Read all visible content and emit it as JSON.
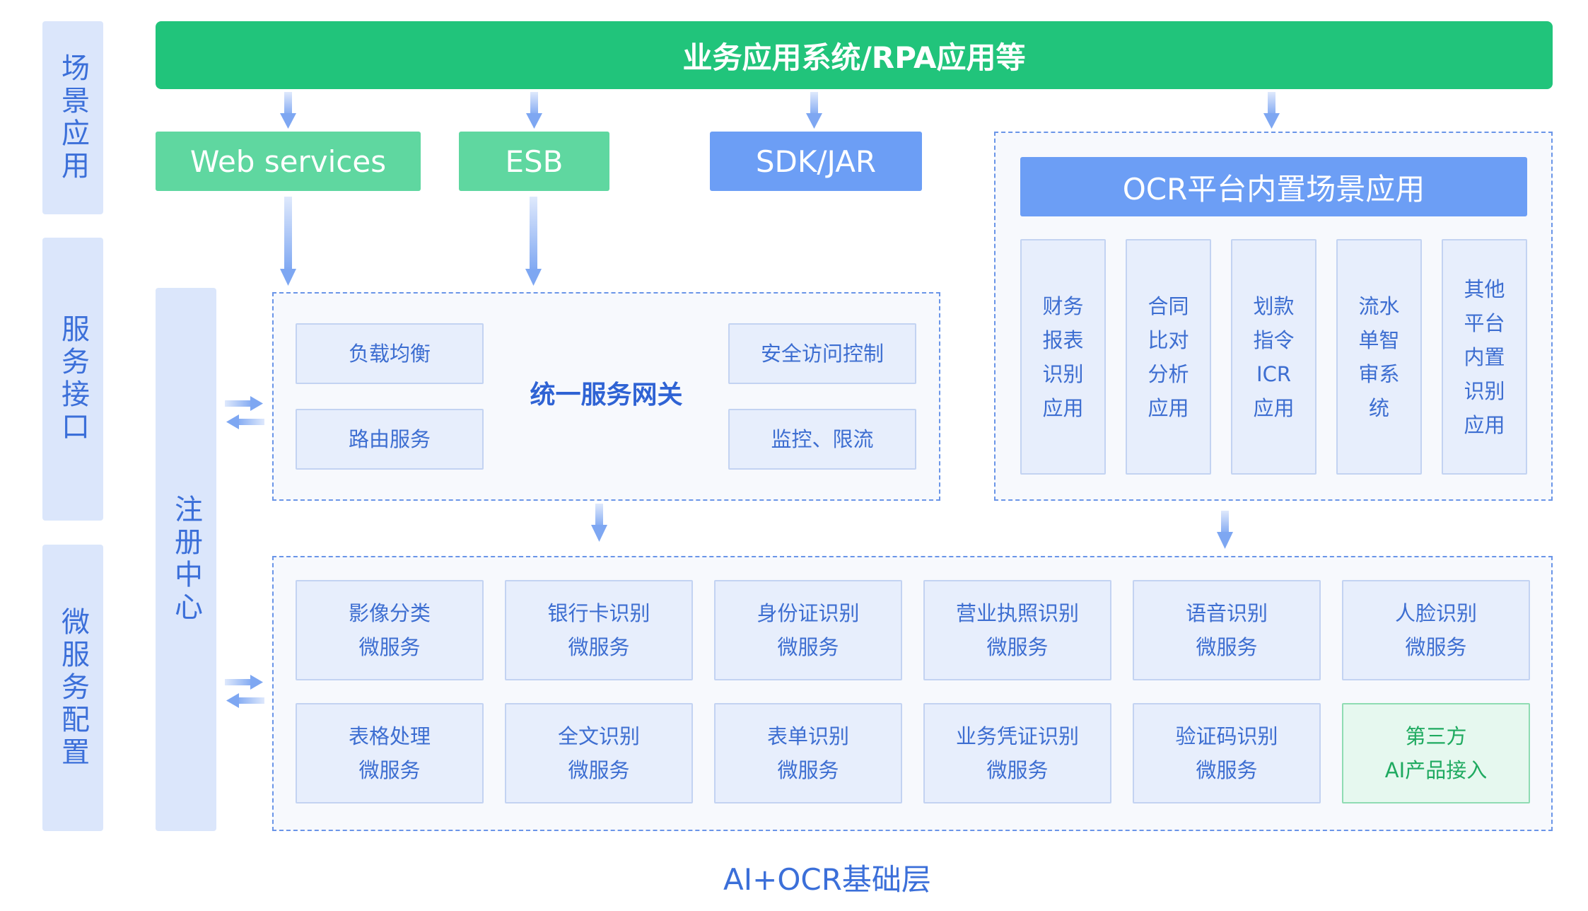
{
  "layers": {
    "scene": "场景应用",
    "service": "服务接口",
    "micro": "微服务配置"
  },
  "top_bar": "业务应用系统/RPA应用等",
  "interfaces": {
    "web_services": "Web services",
    "esb": "ESB",
    "sdk": "SDK/JAR"
  },
  "registry": "注册中心",
  "gateway": {
    "title": "统一服务网关",
    "load_balance": "负载均衡",
    "routing": "路由服务",
    "security": "安全访问控制",
    "monitor": "监控、限流"
  },
  "platform": {
    "title": "OCR平台内置场景应用",
    "apps": [
      "财务\n报表\n识别\n应用",
      "合同\n比对\n分析\n应用",
      "划款\n指令\nICR\n应用",
      "流水\n单智\n审系\n统",
      "其他\n平台\n内置\n识别\n应用"
    ]
  },
  "microservices": [
    "影像分类\n微服务",
    "银行卡识别\n微服务",
    "身份证识别\n微服务",
    "营业执照识别\n微服务",
    "语音识别\n微服务",
    "人脸识别\n微服务",
    "表格处理\n微服务",
    "全文识别\n微服务",
    "表单识别\n微服务",
    "业务凭证识别\n微服务",
    "验证码识别\n微服务",
    "第三方\nAI产品接入"
  ],
  "footer": "AI+OCR基础层",
  "colors": {
    "green": "#21c47b",
    "light_green": "#5fd7a0",
    "blue": "#6c9ef5",
    "label_bg": "#dbe6fb",
    "text_blue": "#3d6ed1"
  }
}
